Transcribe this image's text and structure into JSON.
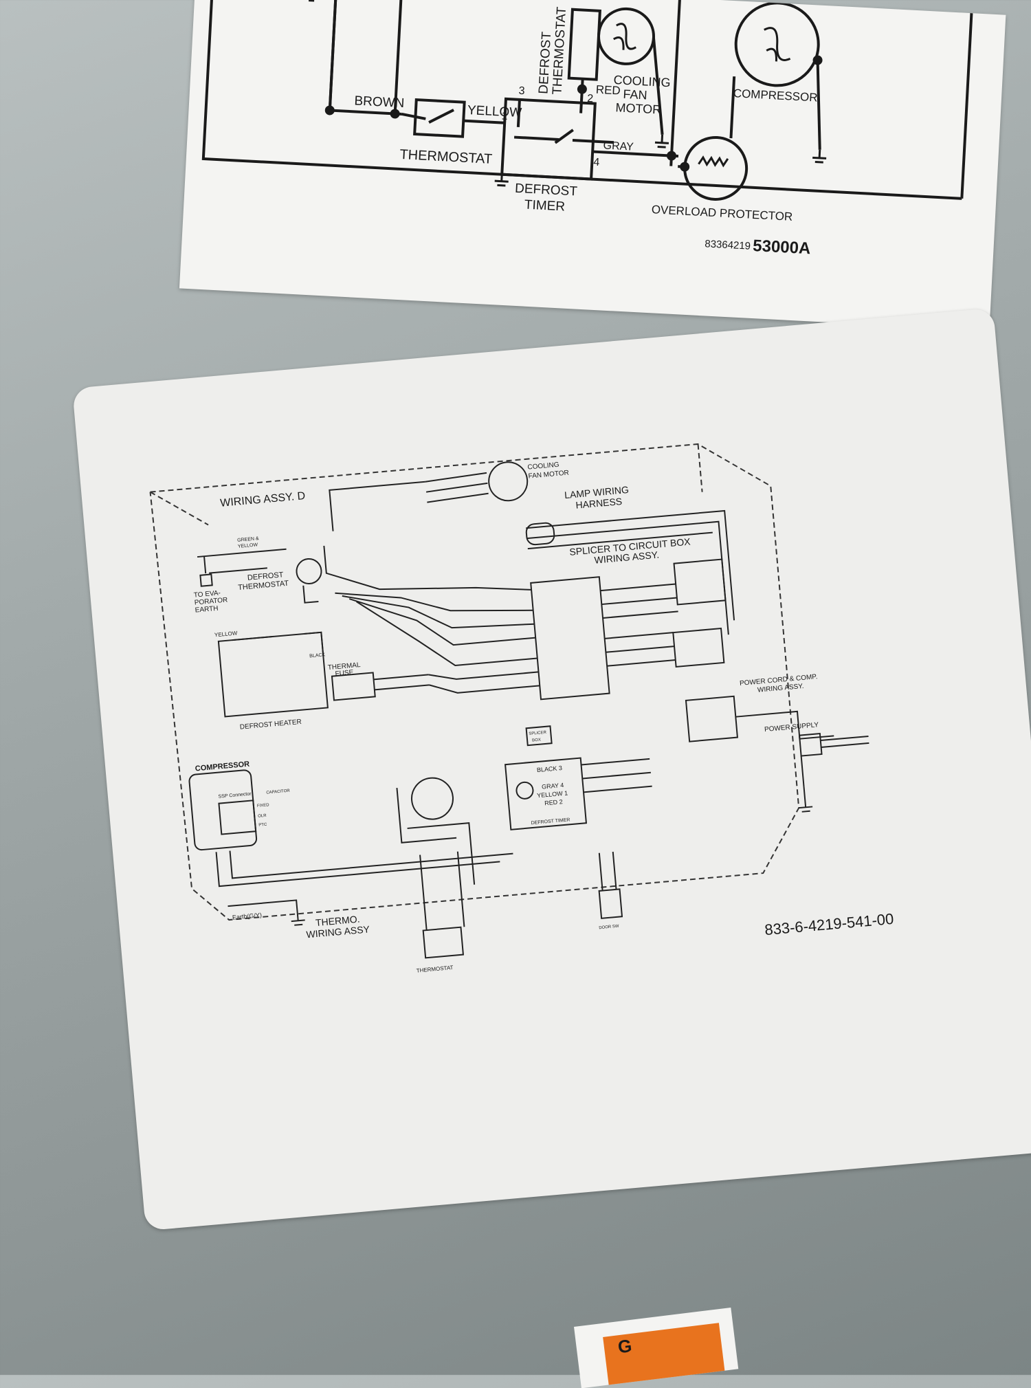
{
  "top_diagram": {
    "labels": {
      "brown": "BROWN",
      "yellow": "YELLOW",
      "thermostat": "THERMOSTAT",
      "defrost_thermostat_1": "DEFROST",
      "defrost_thermostat_2": "THERMOSTAT",
      "red": "RED",
      "gray": "GRAY",
      "defrost_timer_1": "DEFROST",
      "defrost_timer_2": "TIMER",
      "cooling_fan_motor_1": "COOLING",
      "cooling_fan_motor_2": "FAN",
      "cooling_fan_motor_3": "MOTOR",
      "compressor": "COMPRESSOR",
      "overload_protector": "OVERLOAD PROTECTOR",
      "terminal_1": "1",
      "terminal_2": "2",
      "terminal_3": "3",
      "terminal_4": "4"
    },
    "part_number_small": "83364219",
    "part_number_large": "53000A"
  },
  "bottom_diagram": {
    "title": "WIRING ASSY. D",
    "labels": {
      "cooling_fan_motor_1": "COOLING",
      "cooling_fan_motor_2": "FAN MOTOR",
      "lamp_wiring_harness_1": "LAMP WIRING",
      "lamp_wiring_harness_2": "HARNESS",
      "splicer_to_circuit_box_1": "SPLICER TO CIRCUIT BOX",
      "splicer_to_circuit_box_2": "WIRING ASSY.",
      "defrost_thermostat_1": "DEFROST",
      "defrost_thermostat_2": "THERMOSTAT",
      "green_yellow_1": "GREEN &",
      "green_yellow_2": "YELLOW",
      "to_evaporator_1": "TO EVA-",
      "to_evaporator_2": "PORATOR",
      "to_evaporator_3": "EARTH",
      "yellow": "YELLOW",
      "black": "BLACK",
      "thermal_fuse_1": "THERMAL",
      "thermal_fuse_2": "FUSE",
      "defrost_heater": "DEFROST HEATER",
      "compressor": "COMPRESSOR",
      "ssp_connector": "SSP Connector",
      "capacitor": "CAPACITOR",
      "fixed": "FIXED",
      "olr": "OLR",
      "ptc": "PTC",
      "splicer_box_1": "SPLICER",
      "splicer_box_2": "BOX",
      "black_3": "BLACK 3",
      "gray_4": "GRAY 4",
      "yellow_1": "YELLOW 1",
      "red_2": "RED 2",
      "defrost_timer": "DEFROST TIMER",
      "power_cord_1": "POWER CORD & COMP.",
      "power_cord_2": "WIRING ASSY.",
      "power_supply": "POWER SUPPLY",
      "earth": "Earth(G/Y)",
      "thermo_wiring_1": "THERMO.",
      "thermo_wiring_2": "WIRING ASSY",
      "thermostat": "THERMOSTAT",
      "door_sw": "DOOR SW"
    },
    "part_number": "833-6-4219-541-00"
  },
  "warning_label": "G"
}
